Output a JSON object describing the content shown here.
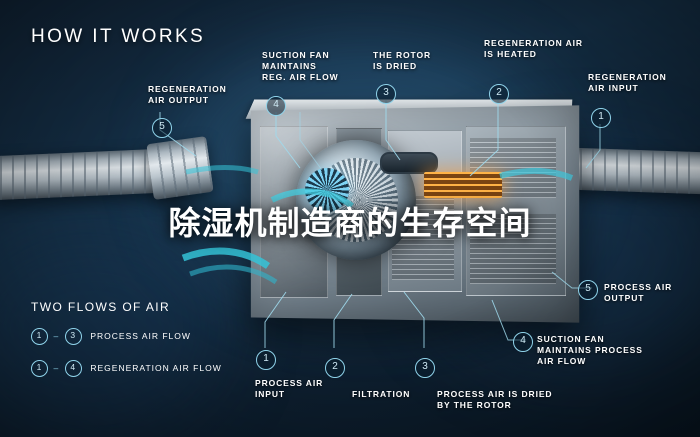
{
  "title": "HOW IT WORKS",
  "watermark": "除湿机制造商的生存空间",
  "legend": {
    "heading": "TWO FLOWS OF AIR",
    "rows": [
      {
        "from": "1",
        "dash": "–",
        "to": "3",
        "label": "PROCESS AIR FLOW"
      },
      {
        "from": "1",
        "dash": "–",
        "to": "4",
        "label": "REGENERATION AIR FLOW"
      }
    ]
  },
  "callouts": [
    {
      "num": "1",
      "label": "REGENERATION\nAIR INPUT"
    },
    {
      "num": "2",
      "label": "REGENERATION AIR\nIS HEATED"
    },
    {
      "num": "3",
      "label": "THE ROTOR\nIS DRIED"
    },
    {
      "num": "4",
      "label": "SUCTION FAN\nMAINTAINS\nREG. AIR FLOW"
    },
    {
      "num": "5",
      "label": "REGENERATION\nAIR OUTPUT"
    },
    {
      "num": "1",
      "label": "PROCESS AIR\nINPUT"
    },
    {
      "num": "2",
      "label": "FILTRATION"
    },
    {
      "num": "3",
      "label": "PROCESS AIR IS DRIED\nBY THE ROTOR"
    },
    {
      "num": "4",
      "label": "SUCTION FAN\nMAINTAINS PROCESS\nAIR FLOW"
    },
    {
      "num": "5",
      "label": "PROCESS AIR\nOUTPUT"
    }
  ],
  "colors": {
    "accent": "#8fd3ea",
    "airflow": "#35c4d8",
    "heater": "#ffb347",
    "background": "#12263a"
  }
}
